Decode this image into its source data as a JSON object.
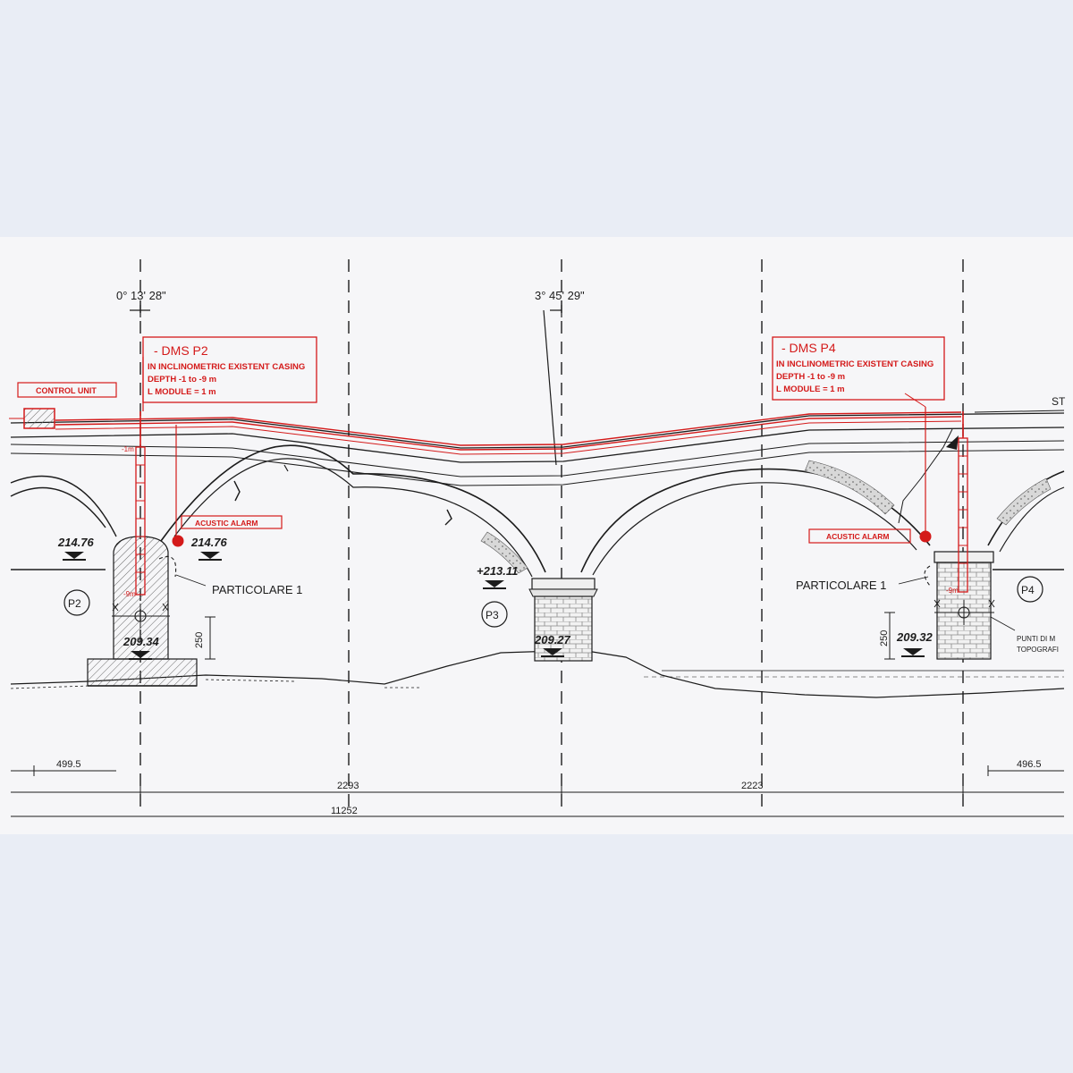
{
  "angles": {
    "left": "0° 13' 28\"",
    "center": "3° 45' 29\""
  },
  "dms_p2": {
    "title": "- DMS P2",
    "line1": "IN INCLINOMETRIC EXISTENT CASING",
    "line2": "DEPTH  -1 to -9 m",
    "line3": "L MODULE = 1 m"
  },
  "dms_p4": {
    "title": "- DMS P4",
    "line1": "IN INCLINOMETRIC EXISTENT CASING",
    "line2": "DEPTH  -1 to -9 m",
    "line3": "L MODULE = 1 m"
  },
  "labels": {
    "control_unit": "CONTROL UNIT",
    "acustic_alarm_left": "ACUSTIC ALARM",
    "acustic_alarm_right": "ACUSTIC ALARM",
    "particolare_left": "PARTICOLARE 1",
    "particolare_right": "PARTICOLARE 1",
    "punti_line1": "PUNTI DI M",
    "punti_line2": "TOPOGRAFI",
    "edge_st": "ST",
    "depth_top_p2": "-1m",
    "depth_bottom_p2": "-9m",
    "depth_bottom_p4": "-9m"
  },
  "piers": {
    "p2": "P2",
    "p3": "P3",
    "p4": "P4"
  },
  "elevations": {
    "left_outer": "214.76",
    "left_inner": "214.76",
    "p2_base": "209.34",
    "p3_top": "+213.11",
    "p3_base": "209.27",
    "p4_base": "209.32"
  },
  "dimensions": {
    "height_left": "250",
    "height_right": "250",
    "left_offset": "499.5",
    "right_offset": "496.5",
    "span_left": "2293",
    "span_right": "2223",
    "total": "11252"
  },
  "colors": {
    "monitoring_red": "#d41a1a",
    "ink": "#1c1c1c",
    "page_background": "#e9edf5"
  }
}
